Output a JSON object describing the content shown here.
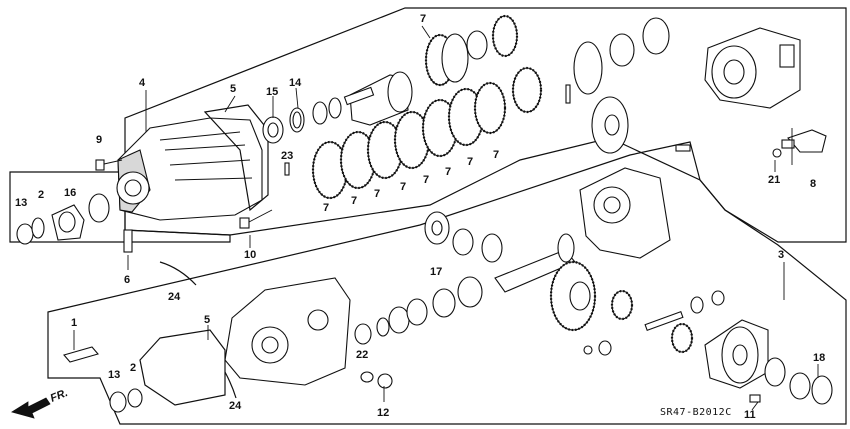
{
  "diagram": {
    "code": "SR47-B2012C",
    "direction_label": "FR.",
    "callouts": {
      "c1": "1",
      "c2a": "2",
      "c2b": "2",
      "c3": "3",
      "c4": "4",
      "c5a": "5",
      "c5b": "5",
      "c6": "6",
      "c7_1": "7",
      "c7_2": "7",
      "c7_3": "7",
      "c7_4": "7",
      "c7_5": "7",
      "c7_6": "7",
      "c7_7": "7",
      "c7_8": "7",
      "c7_9": "7",
      "c8": "8",
      "c9": "9",
      "c10": "10",
      "c11": "11",
      "c12": "12",
      "c13a": "13",
      "c13b": "13",
      "c14": "14",
      "c15": "15",
      "c16": "16",
      "c17": "17",
      "c18": "18",
      "c21": "21",
      "c22": "22",
      "c23": "23",
      "c24a": "24",
      "c24b": "24"
    }
  }
}
